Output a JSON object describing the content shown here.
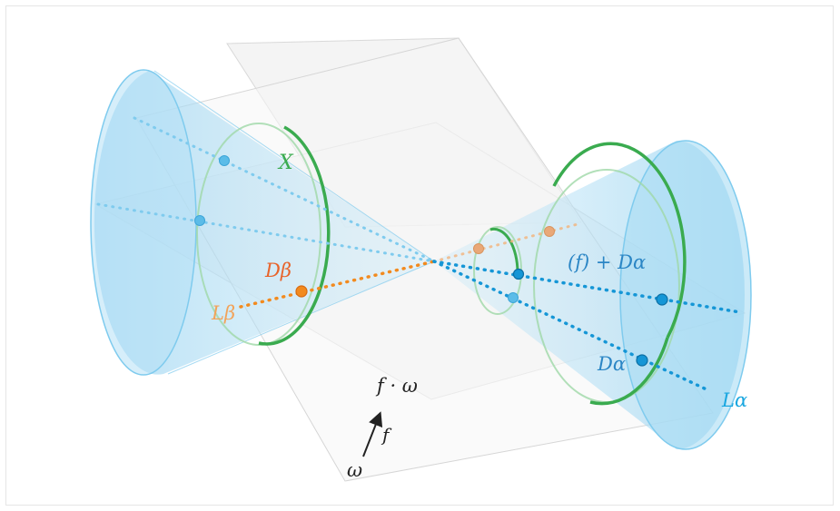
{
  "labels": {
    "X": "X",
    "D_beta": "Dβ",
    "L_beta": "Lβ",
    "f_D_alpha": "(f) + Dα",
    "D_alpha": "Dα",
    "L_alpha": "Lα",
    "f_dot_omega": "f · ω",
    "f": "f",
    "omega": "ω"
  },
  "colors": {
    "cone_fill": "#a9dcf4",
    "cone_stroke": "#6cc3ea",
    "curve_green": "#3aab4f",
    "orange": "#f28a1e",
    "orange_label": "#e8632a",
    "blue_dot": "#1596d6",
    "blue_label": "#2b86c5",
    "light_blue_label": "#1aa7e0",
    "plane": "#f2f2f2",
    "plane_edge": "#d9d9d9",
    "ink": "#222222"
  }
}
